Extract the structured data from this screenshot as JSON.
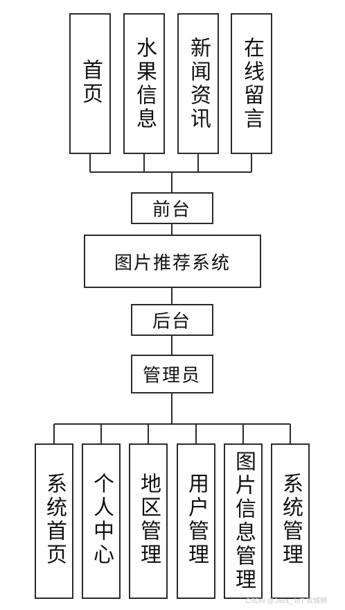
{
  "top_modules": [
    {
      "label": "首页"
    },
    {
      "label": "水果信息"
    },
    {
      "label": "新闻资讯"
    },
    {
      "label": "在线留言"
    }
  ],
  "front": {
    "label": "前台"
  },
  "system": {
    "label": "图片推荐系统"
  },
  "back": {
    "label": "后台"
  },
  "admin": {
    "label": "管理员"
  },
  "bottom_modules": [
    {
      "label": "系统首页"
    },
    {
      "label": "个人中心"
    },
    {
      "label": "地区管理"
    },
    {
      "label": "用户管理"
    },
    {
      "label": "图片信息管理"
    },
    {
      "label": "系统管理"
    }
  ],
  "watermark": "CSDN @Java_ IoT 攻城狮"
}
